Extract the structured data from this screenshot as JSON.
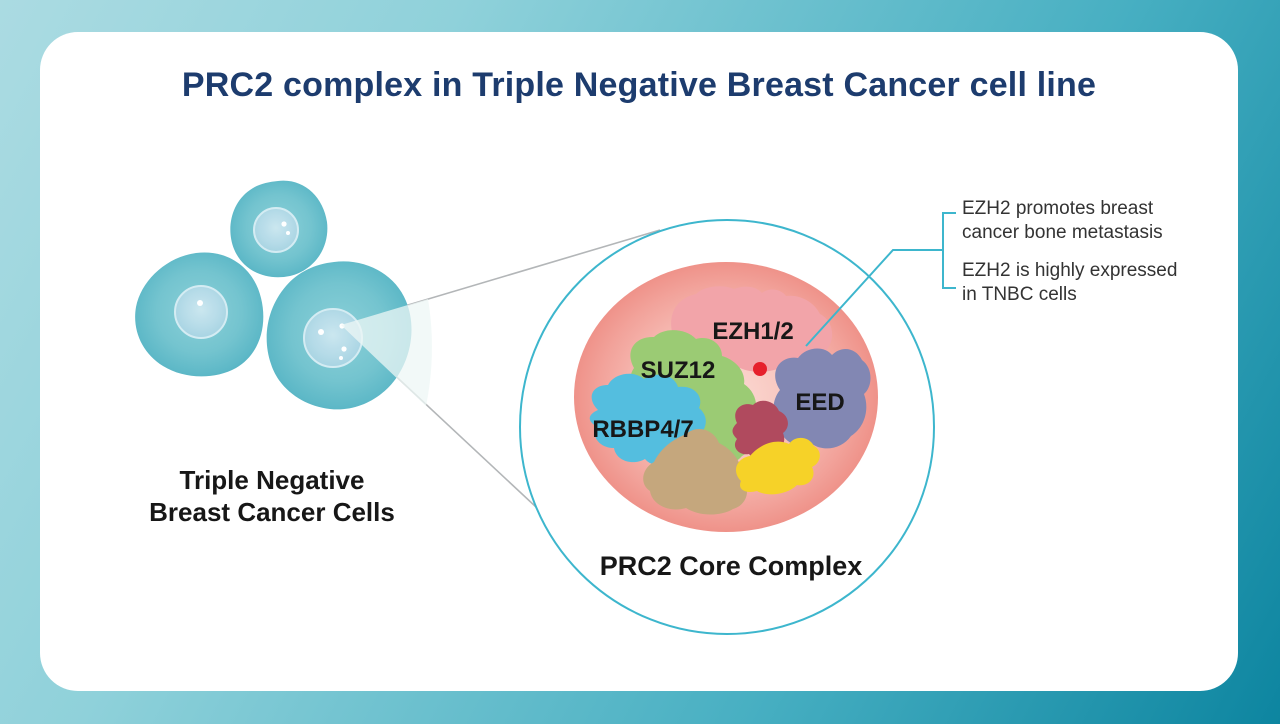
{
  "title": {
    "text": "PRC2 complex in Triple Negative Breast Cancer cell line",
    "color": "#1d3c6e"
  },
  "cells": {
    "caption_line1": "Triple Negative",
    "caption_line2": "Breast Cancer Cells",
    "count_visible": 3
  },
  "complex": {
    "caption": "PRC2 Core Complex",
    "subunits": [
      {
        "name": "EZH1/2",
        "color": "#f2a4a9"
      },
      {
        "name": "SUZ12",
        "color": "#9bcb74"
      },
      {
        "name": "RBBP4/7",
        "color": "#54bedf"
      },
      {
        "name": "EED",
        "color": "#8287b3"
      }
    ],
    "accessory_shapes": [
      {
        "id": "maroon-blob",
        "color": "#b04a5e"
      },
      {
        "id": "yellow-blob",
        "color": "#f6d228"
      },
      {
        "id": "tan-blob",
        "color": "#c5a77d"
      }
    ],
    "active_site_dot_color": "#e6202c",
    "membrane_rim_color": "#ee8e85"
  },
  "annotations": [
    {
      "line1": "EZH2 promotes breast",
      "line2": "cancer bone metastasis"
    },
    {
      "line1": "EZH2 is highly expressed",
      "line2": "in TNBC cells"
    }
  ],
  "colors": {
    "background_start": "#abdbe2",
    "background_end": "#0d85a0",
    "card": "#ffffff",
    "accent_teal": "#3db6cd",
    "cell_teal": "#5ebaca",
    "connector_gray": "#b3b6b8",
    "text_dark": "#171717"
  }
}
